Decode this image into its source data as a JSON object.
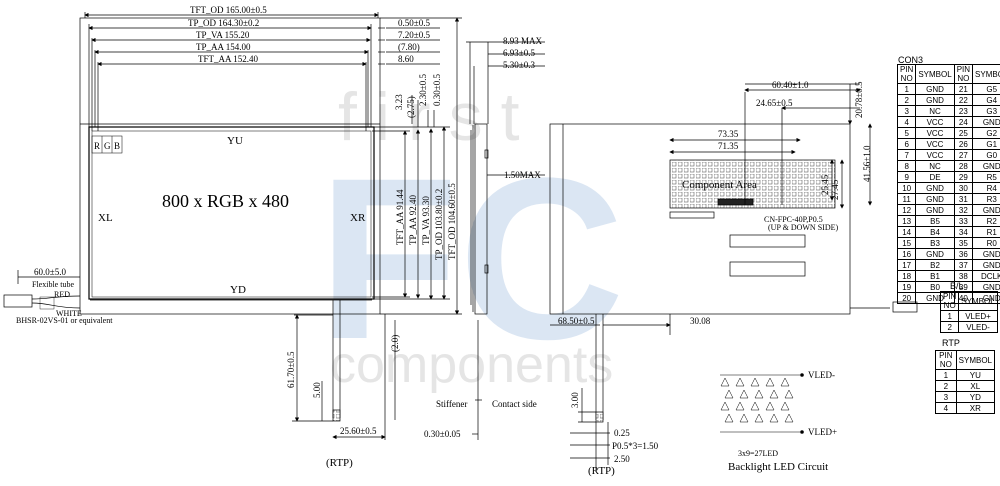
{
  "watermark": {
    "line1": "first",
    "logo": "FC",
    "line2": "components"
  },
  "front_view": {
    "dims_top": [
      "TFT_OD 165.00±0.5",
      "TP_OD 164.30±0.2",
      "TP_VA 155.20",
      "TP_AA 154.00",
      "TFT_AA 152.40"
    ],
    "dims_right": [
      "0.50±0.5",
      "7.20±0.5",
      "(7.80)",
      "8.60"
    ],
    "dims_vert_small": [
      "3.23",
      "(2.75)",
      "2.30±0.5",
      "0.30±0.5"
    ],
    "dims_vert": [
      "TFT_AA 91.44",
      "TP_AA 92.40",
      "TP_VA 93.30",
      "TP_OD 103.80±0.2",
      "TFT_OD 104.60±0.5"
    ],
    "rgb_label": "R|G|B",
    "center_label": "800 x RGB x 480",
    "yu": "YU",
    "yd": "YD",
    "xl": "XL",
    "xr": "XR",
    "cable_len": "60.0±5.0",
    "flex_tube": "Flexible tube",
    "red": "RED",
    "white": "WHITE",
    "connector": "BHSR-02VS-01 or equivalent",
    "fpc_len": "61.70±0.5",
    "fpc_5": "5.00",
    "fpc_w": "25.60±0.5",
    "fpc_2": "(2.0)",
    "rtp": "(RTP)"
  },
  "side_view": {
    "d1": "8.93 MAX",
    "d2": "6.93±0.5",
    "d3": "5.30±0.3",
    "d4": "1.50MAX",
    "stiffener": "Stiffener",
    "contact": "Contact side",
    "thick": "0.30±0.05"
  },
  "back_view": {
    "d1": "60.40±1.0",
    "d2": "24.65±0.5",
    "d3": "20.78±0.5",
    "d4": "73.35",
    "d5": "71.35",
    "d6": "25.45",
    "d7": "27.45",
    "d8": "41.56±1.0",
    "component_area": "Component Area",
    "fpc_note1": "CN-FPC-40P,P0.5",
    "fpc_note2": "(UP & DOWN SIDE)",
    "d9": "68.50±0.5",
    "d10": "30.08",
    "fpc_h": "3.00",
    "fpc_a": "0.25",
    "fpc_b": "P0.5*3=1.50",
    "fpc_c": "2.50",
    "rtp": "(RTP)"
  },
  "led": {
    "vminus": "VLED-",
    "vplus": "VLED+",
    "count": "3x9=27LED",
    "title": "Backlight LED Circuit"
  },
  "con3": {
    "title": "CON3",
    "headers": [
      "PIN NO",
      "SYMBOL",
      "PIN NO",
      "SYMBOL"
    ],
    "rows": [
      [
        "1",
        "GND",
        "21",
        "G5"
      ],
      [
        "2",
        "GND",
        "22",
        "G4"
      ],
      [
        "3",
        "NC",
        "23",
        "G3"
      ],
      [
        "4",
        "VCC",
        "24",
        "GND"
      ],
      [
        "5",
        "VCC",
        "25",
        "G2"
      ],
      [
        "6",
        "VCC",
        "26",
        "G1"
      ],
      [
        "7",
        "VCC",
        "27",
        "G0"
      ],
      [
        "8",
        "NC",
        "28",
        "GND"
      ],
      [
        "9",
        "DE",
        "29",
        "R5"
      ],
      [
        "10",
        "GND",
        "30",
        "R4"
      ],
      [
        "11",
        "GND",
        "31",
        "R3"
      ],
      [
        "12",
        "GND",
        "32",
        "GND"
      ],
      [
        "13",
        "B5",
        "33",
        "R2"
      ],
      [
        "14",
        "B4",
        "34",
        "R1"
      ],
      [
        "15",
        "B3",
        "35",
        "R0"
      ],
      [
        "16",
        "GND",
        "36",
        "GND"
      ],
      [
        "17",
        "B2",
        "37",
        "GND"
      ],
      [
        "18",
        "B1",
        "38",
        "DCLK"
      ],
      [
        "19",
        "B0",
        "39",
        "GND"
      ],
      [
        "20",
        "GND",
        "40",
        "GND"
      ]
    ]
  },
  "bl": {
    "title": "B/L",
    "headers": [
      "PIN NO",
      "SYMBOL"
    ],
    "rows": [
      [
        "1",
        "VLED+"
      ],
      [
        "2",
        "VLED-"
      ]
    ]
  },
  "rtp_table": {
    "title": "RTP",
    "headers": [
      "PIN NO",
      "SYMBOL"
    ],
    "rows": [
      [
        "1",
        "YU"
      ],
      [
        "2",
        "XL"
      ],
      [
        "3",
        "YD"
      ],
      [
        "4",
        "XR"
      ]
    ]
  }
}
